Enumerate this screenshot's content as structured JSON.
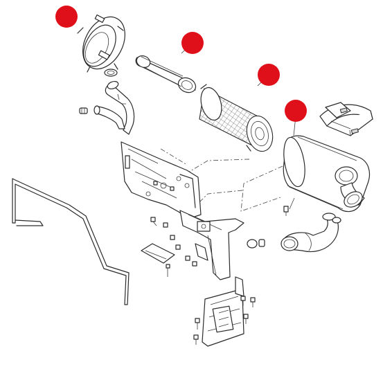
{
  "diagram": {
    "markers": [
      {
        "id": "marker-1",
        "color": "#e0101a"
      },
      {
        "id": "marker-2",
        "color": "#e0101a"
      },
      {
        "id": "marker-3",
        "color": "#e0101a"
      },
      {
        "id": "marker-4",
        "color": "#e0101a"
      }
    ],
    "line_color": "#2a2a2a",
    "background": "#ffffff"
  }
}
